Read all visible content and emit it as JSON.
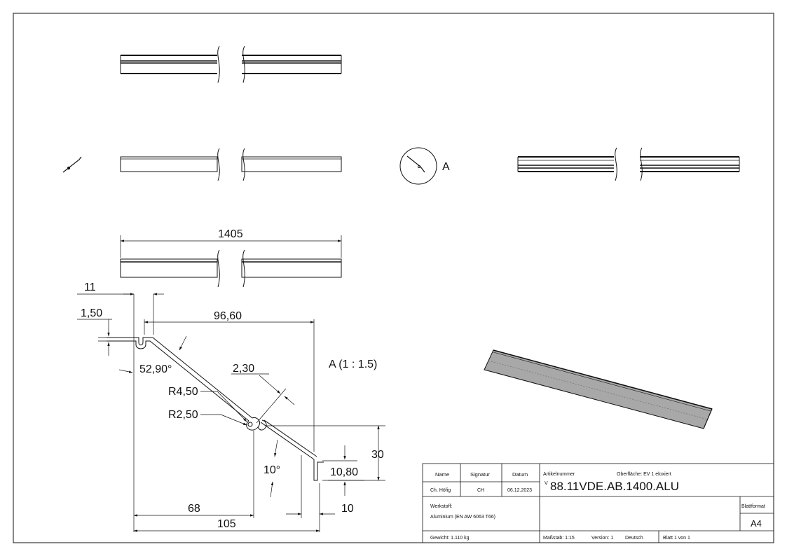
{
  "dimensions": {
    "length": "1405",
    "width_11": "11",
    "thick_150": "1,50",
    "width_9660": "96,60",
    "angle_5290": "52,90°",
    "thick_230": "2,30",
    "radius_450": "R4,50",
    "radius_250": "R2,50",
    "height_30": "30",
    "height_1080": "10,80",
    "angle_10": "10°",
    "width_68": "68",
    "width_105": "105",
    "width_10": "10"
  },
  "views": {
    "detail_label": "A",
    "detail_scale": "A (1 : 1.5)"
  },
  "title_block": {
    "name_header": "Name",
    "signature_header": "Signatur",
    "date_header": "Datum",
    "name_value": "Ch. Höfig",
    "signature_value": "CH",
    "date_value": "06.12.2023",
    "article_label": "Artikelnummer",
    "surface_label": "Oberfläche: EV 1 eloxiert",
    "article_number": "88.11VDE.AB.1400.ALU",
    "article_prefix": "V",
    "material_label": "Werkstoff:",
    "material_value": "Aluminium (EN AW 6063 T66)",
    "sheet_format_label": "Blattformat",
    "sheet_format_value": "A4",
    "weight": "Gewicht: 1.110 kg",
    "scale": "Maßstab: 1:15",
    "version": "Version: 1",
    "language": "Deutsch",
    "sheet": "Blatt 1 von 1"
  },
  "colors": {
    "line": "#111111",
    "iso_fill": "#a8a8a8"
  }
}
